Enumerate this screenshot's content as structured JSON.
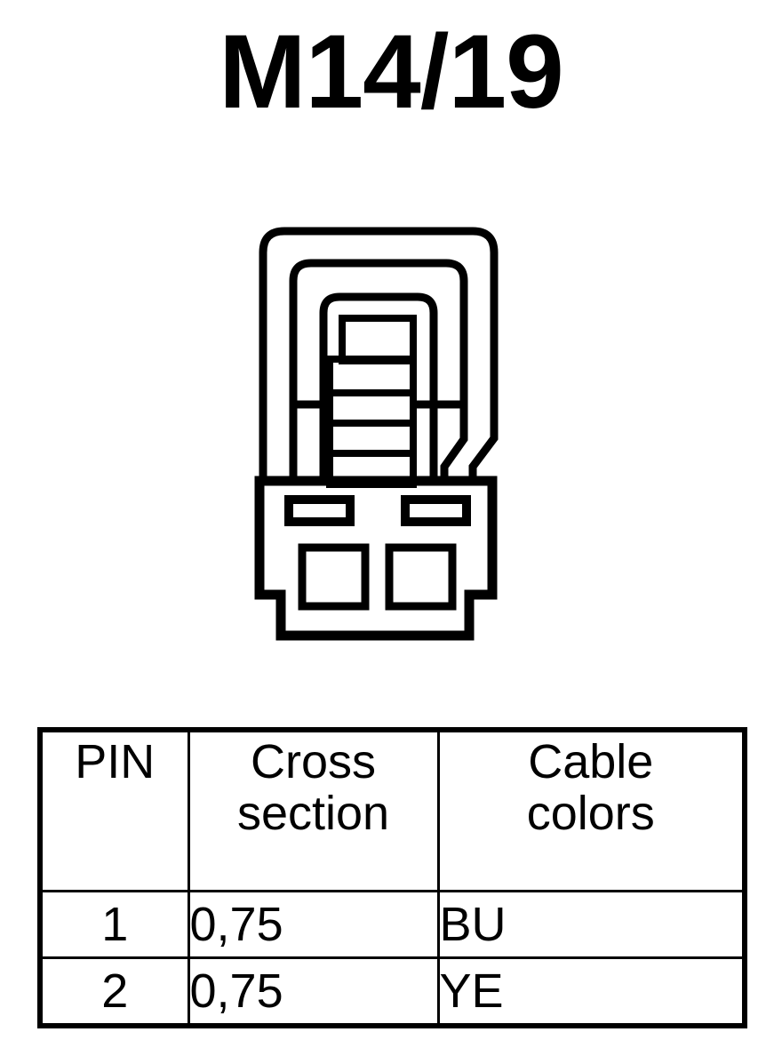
{
  "title": "M14/19",
  "figure": {
    "name": "connector-housing-2-way",
    "description": "2-way connector housing front view",
    "cavity_count": 2,
    "latch_slot_count": 2
  },
  "table": {
    "headers": {
      "pin": "PIN",
      "cross_section_line1": "Cross",
      "cross_section_line2": "section",
      "cable_colors_line1": "Cable",
      "cable_colors_line2": "colors"
    },
    "rows": [
      {
        "pin": "1",
        "cross_section": "0,75",
        "cable_color": "BU"
      },
      {
        "pin": "2",
        "cross_section": "0,75",
        "cable_color": "YE"
      }
    ]
  },
  "colors": {
    "ink": "#000000",
    "paper": "#ffffff"
  }
}
